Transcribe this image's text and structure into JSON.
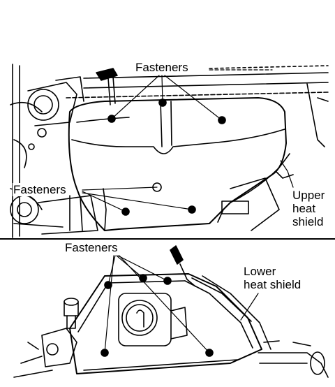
{
  "figure": {
    "upper_panel": {
      "label_fasteners_top": "Fasteners",
      "label_fasteners_left": "Fasteners",
      "label_upper_shield": [
        "Upper",
        "heat",
        "shield"
      ]
    },
    "lower_panel": {
      "label_fasteners": "Fasteners",
      "label_lower_shield": [
        "Lower",
        "heat shield"
      ]
    }
  }
}
